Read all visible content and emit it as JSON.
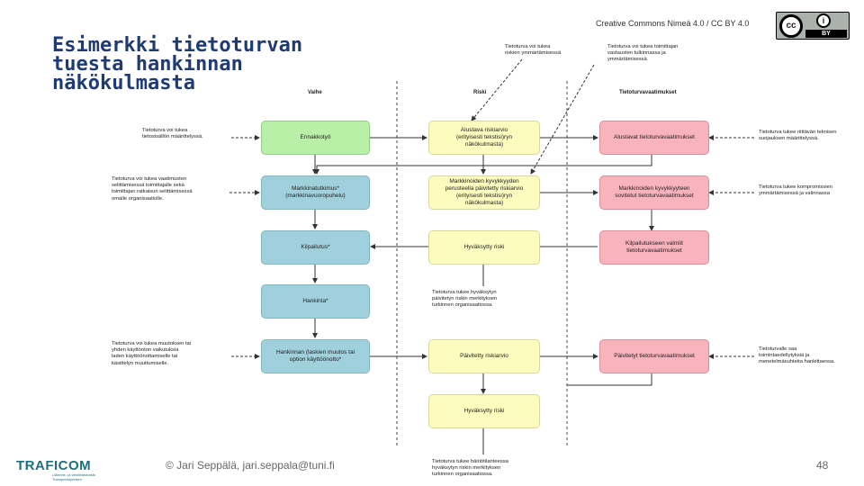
{
  "title": "Esimerkki tietoturvan\ntuesta hankinnan\nnäkökulmasta",
  "license": {
    "text": "Creative Commons Nimeä 4.0 / CC BY 4.0",
    "cc_label": "cc",
    "by_icon": "i",
    "by_label": "BY"
  },
  "columns": {
    "vaihe": "Vaihe",
    "riski": "Riski",
    "vaatimukset": "Tietoturvavaatimukset"
  },
  "top_notes": {
    "risk": "Tietoturva voi tukea\nriskien ymmärtämisessä",
    "owner": "Tietoturva voi tukea toimittajan\nvastausten tulkinnassa ja\nymmärtämisessä"
  },
  "phases": [
    {
      "label": "Ennakkotyö"
    },
    {
      "label": "Markkinatutkimus*",
      "sub": "(markkinavuoropuhelu)"
    },
    {
      "label": "Kilpailutus*"
    },
    {
      "label": "Hankinta*"
    },
    {
      "label": "Hankinnan (laskien muutos tai\noption käyttöönotto*"
    }
  ],
  "risks": [
    {
      "label": "Alustava riskiarvio",
      "sub": "(erityisesti tekstisi)ryn\nnäkökulmasta)"
    },
    {
      "label": "Markkinoiden kyvykkyyden\nperusteella päivitetty riskiarvio",
      "sub": "(erityisesti tekstisi)ryn\nnäkökulmasta)"
    },
    {
      "label": "Hyväksytty riski"
    },
    {
      "label": "Päivitetty riskiarvio"
    },
    {
      "label": "Hyväksytty riski"
    }
  ],
  "requirements": [
    {
      "label": "Alustavat tietoturvavaatimukset"
    },
    {
      "label": "Markkinoiden kyvykkyyteen\nsovitetut tietoturvavaatimukset"
    },
    {
      "label": "Kilpailutukseen valmiit\ntietoturvavaatimukset"
    },
    {
      "label": "Päivitetyt tietoturvavaatimukset"
    }
  ],
  "left_notes": [
    "Tietoturva voi tukea\ntietosisällön määrittelyssä.",
    "Tietoturva voi tukea vaatimusten\nselittämisessä toimittajalle sekä\ntoimittajan ratkaisun selittämisessä\nomalle organisaatiolle.",
    "Tietoturva voi tukea muutoksen tai\nyhden käyttöoton vaikutuksia\nladen käyttöönottamiselle tai\nkäsittelyn muuttumiselle."
  ],
  "right_notes": [
    "Tietoturva tukee riittävän teknisen\nsuojauksen määrittelyssä.",
    "Tietoturva tukee kompromissien\nymmärtämisessä ja valinnassa",
    "Tietoturvalle saa\ntoimintaedellytyksiä ja\nmenetelmäsuhteita hankittaessa."
  ],
  "middle_notes": [
    "Tietoturva tukee hyväksytyn\npäivitetyn riskin merkityksen\nturkinnen organisaatiossa.",
    "Tietoturva tukee häiriötilanteessa\nhyväksytyn riskin merkityksen\nturkinnen organisaatiossa."
  ],
  "footer": {
    "author": "© Jari Seppälä, jari.seppala@tuni.fi",
    "page": "48",
    "logo_word": "TRAFICOM",
    "logo_sub": "Liikenne- ja viestintävirasto\nTransportstyrelsen"
  },
  "colors": {
    "title": "#1f3b73",
    "green_box": "#b8f0a8",
    "blue_box": "#9fd0dc",
    "yellow_box": "#fcfcbf",
    "pink_box": "#f9b3bd"
  }
}
